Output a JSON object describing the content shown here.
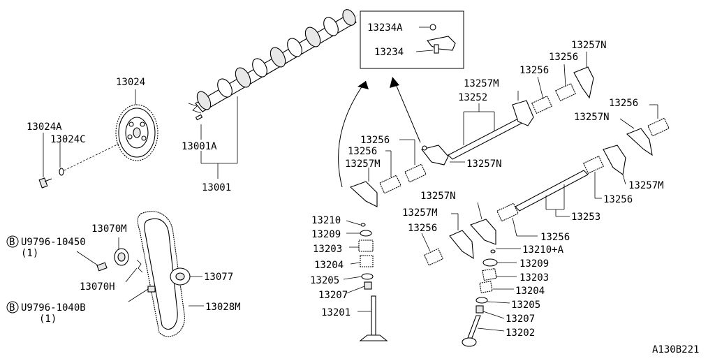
{
  "diagram": {
    "code": "A130B221",
    "labels": {
      "p13234A": "13234A",
      "p13234": "13234",
      "p13257N_a": "13257N",
      "p13256_a": "13256",
      "p13256_b": "13256",
      "p13257M_a": "13257M",
      "p13252": "13252",
      "p13256_c": "13256",
      "p13257N_b": "13257N",
      "p13256_d": "13256",
      "p13256_e": "13256",
      "p13257M_b": "13257M",
      "p13257N_c": "13257N",
      "p13257M_c": "13257M",
      "p13256_f": "13256",
      "p13253": "13253",
      "p13257N_d": "13257N",
      "p13257M_d": "13257M",
      "p13256_g": "13256",
      "p13256_h": "13256",
      "p13210A": "13210+A",
      "p13209b": "13209",
      "p13203b": "13203",
      "p13204b": "13204",
      "p13205b": "13205",
      "p13207b": "13207",
      "p13202": "13202",
      "p13210": "13210",
      "p13209": "13209",
      "p13203": "13203",
      "p13204": "13204",
      "p13205": "13205",
      "p13207": "13207",
      "p13201": "13201",
      "p13024": "13024",
      "p13024A": "13024A",
      "p13024C": "13024C",
      "p13001A": "13001A",
      "p13001": "13001",
      "p13070M": "13070M",
      "p13077": "13077",
      "p13070H": "13070H",
      "p13028M": "13028M",
      "bolt1_circle": "B",
      "bolt1": "U9796-10450",
      "bolt1_qty": "(1)",
      "bolt2_circle": "B",
      "bolt2": "U9796-1040B",
      "bolt2_qty": "(1)"
    }
  }
}
